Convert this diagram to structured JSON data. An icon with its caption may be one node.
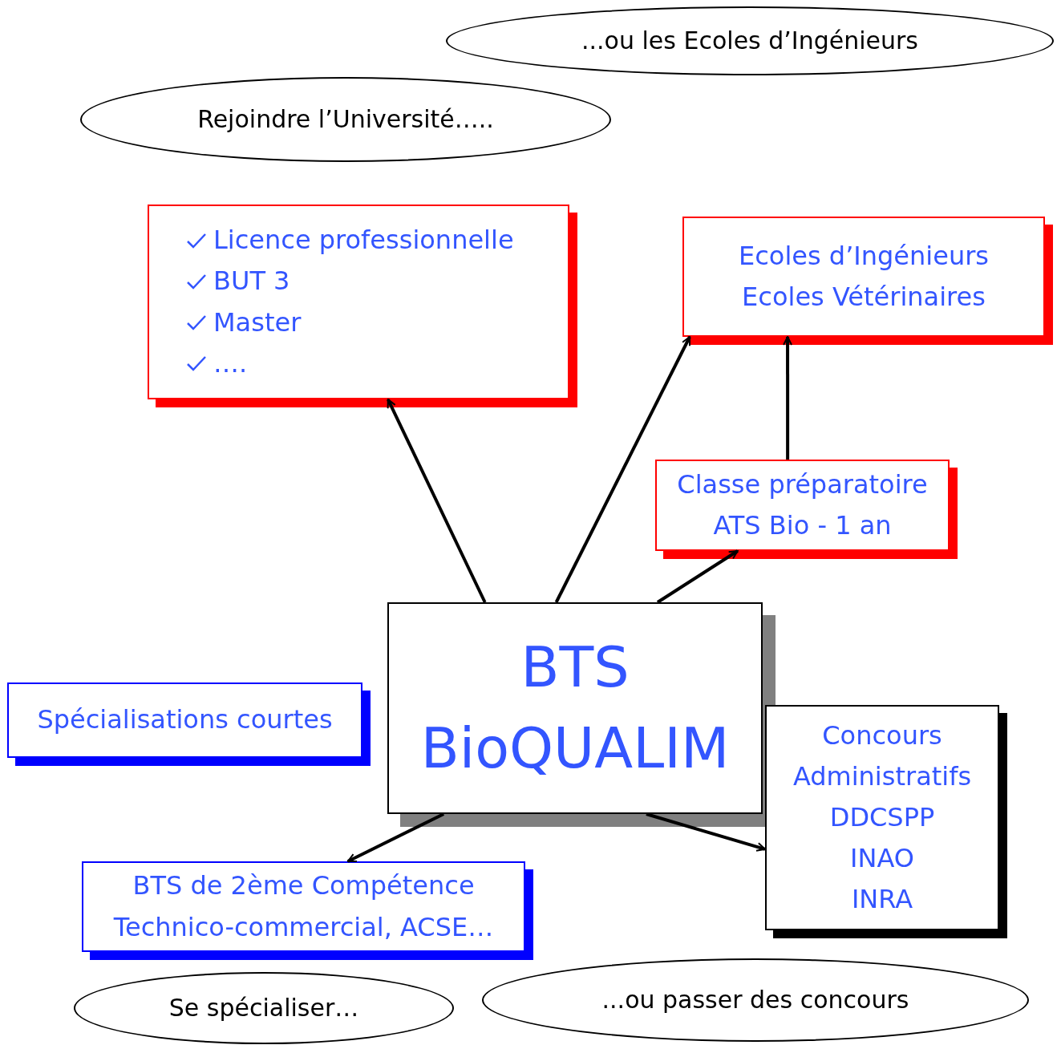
{
  "diagram": {
    "nodes": [
      {
        "text": [
          "...ou les Ecoles d’Ingénieurs"
        ]
      },
      {
        "text": [
          "Rejoindre l’Université….."
        ]
      },
      {
        "text": [
          "Licence professionnelle",
          "BUT 3",
          "Master",
          "…."
        ]
      },
      {
        "text": [
          "Ecoles d’Ingénieurs",
          "Ecoles Vétérinaires"
        ]
      },
      {
        "text": [
          "Classe préparatoire",
          "ATS Bio - 1 an"
        ]
      },
      {
        "text": [
          "BTS",
          "BioQUALIM"
        ]
      },
      {
        "text": [
          "Spécialisations courtes"
        ]
      },
      {
        "text": [
          "Concours Administratifs",
          "DDCSPP",
          "INAO",
          "INRA"
        ]
      },
      {
        "text": [
          "BTS de 2ème Compétence",
          "Technico-commercial, ACSE…"
        ]
      },
      {
        "text": [
          "Se spécialiser…"
        ]
      },
      {
        "text": [
          "...ou passer des concours"
        ]
      }
    ],
    "edges": [
      {
        "from": 5,
        "to": 2,
        "arrow": "to"
      },
      {
        "from": 5,
        "to": 3,
        "arrow": "to"
      },
      {
        "from": 5,
        "to": 4,
        "arrow": "to"
      },
      {
        "from": 4,
        "to": 3,
        "arrow": "to"
      },
      {
        "from": 5,
        "to": 8,
        "arrow": "to"
      },
      {
        "from": 5,
        "to": 7,
        "arrow": "to"
      }
    ]
  }
}
